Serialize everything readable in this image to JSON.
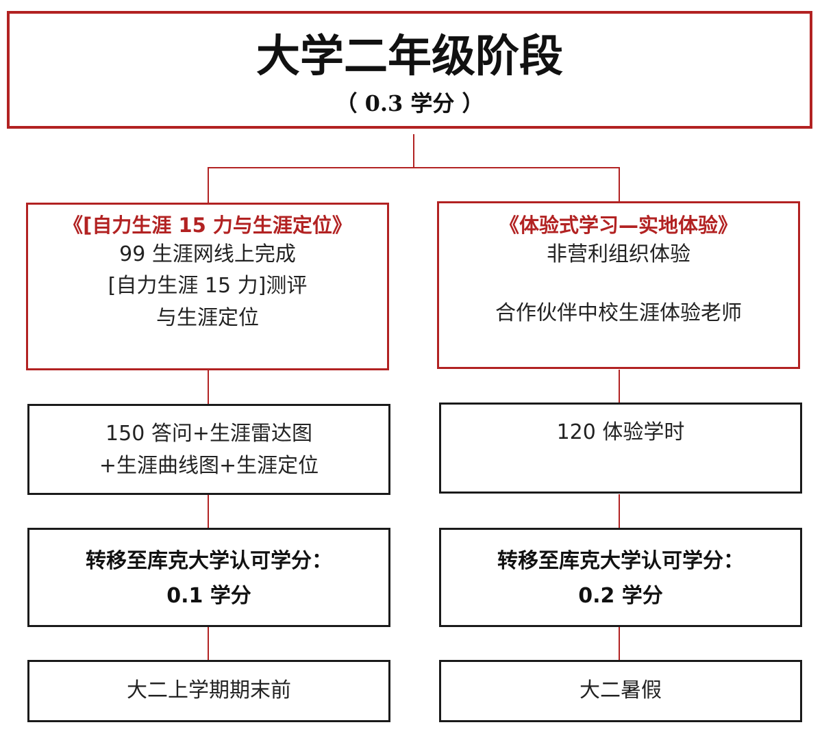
{
  "header": {
    "title": "大学二年级阶段",
    "subtitle": "（ 0.3 学分 ）"
  },
  "left": {
    "heading": "《[自力生涯 15 力与生涯定位》",
    "desc": [
      "99 生涯网线上完成",
      "[自力生涯 15 力]测评",
      "与生涯定位"
    ],
    "detail": [
      "150 答问+生涯雷达图",
      "+生涯曲线图+生涯定位"
    ],
    "credit": [
      "转移至库克大学认可学分：",
      "0.1 学分"
    ],
    "time": "大二上学期期末前"
  },
  "right": {
    "heading": "《体验式学习—实地体验》",
    "desc": [
      "非营利组织体验",
      "合作伙伴中校生涯体验老师"
    ],
    "detail": [
      "120 体验学时"
    ],
    "credit": [
      "转移至库克大学认可学分：",
      "0.2 学分"
    ],
    "time": "大二暑假"
  }
}
